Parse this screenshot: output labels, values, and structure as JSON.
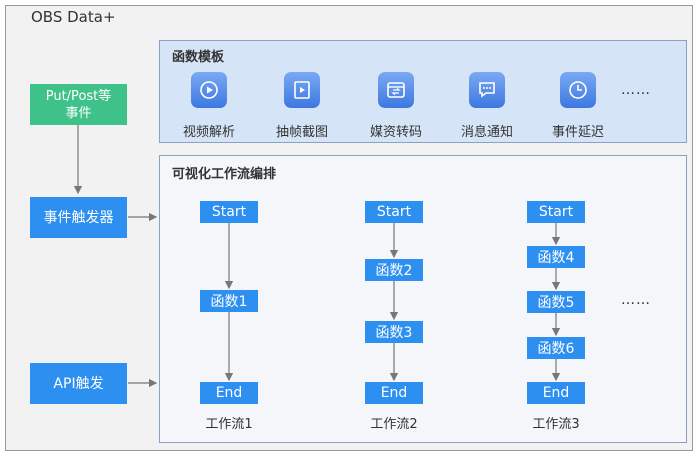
{
  "app_title": "OBS Data+",
  "function_templates": {
    "title": "函数模板",
    "items": [
      {
        "label": "视频解析",
        "icon": "video-play-icon"
      },
      {
        "label": "抽帧截图",
        "icon": "frame-capture-icon"
      },
      {
        "label": "媒资转码",
        "icon": "transcode-icon"
      },
      {
        "label": "消息通知",
        "icon": "message-icon"
      },
      {
        "label": "事件延迟",
        "icon": "clock-icon"
      }
    ],
    "more": "……"
  },
  "triggers": {
    "put_post": {
      "line1": "Put/Post等",
      "line2": "事件"
    },
    "event_trigger": "事件触发器",
    "api_trigger": "API触发"
  },
  "workflow_panel": {
    "title": "可视化工作流编排",
    "more": "……",
    "start_label": "Start",
    "end_label": "End",
    "workflows": [
      {
        "name": "工作流1",
        "steps": [
          "函数1"
        ]
      },
      {
        "name": "工作流2",
        "steps": [
          "函数2",
          "函数3"
        ]
      },
      {
        "name": "工作流3",
        "steps": [
          "函数4",
          "函数5",
          "函数6"
        ]
      }
    ]
  },
  "colors": {
    "node_blue": "#2d8ff0",
    "put_green": "#3fc289",
    "template_panel_bg": "#d6e4f7",
    "connector": "#777777"
  }
}
